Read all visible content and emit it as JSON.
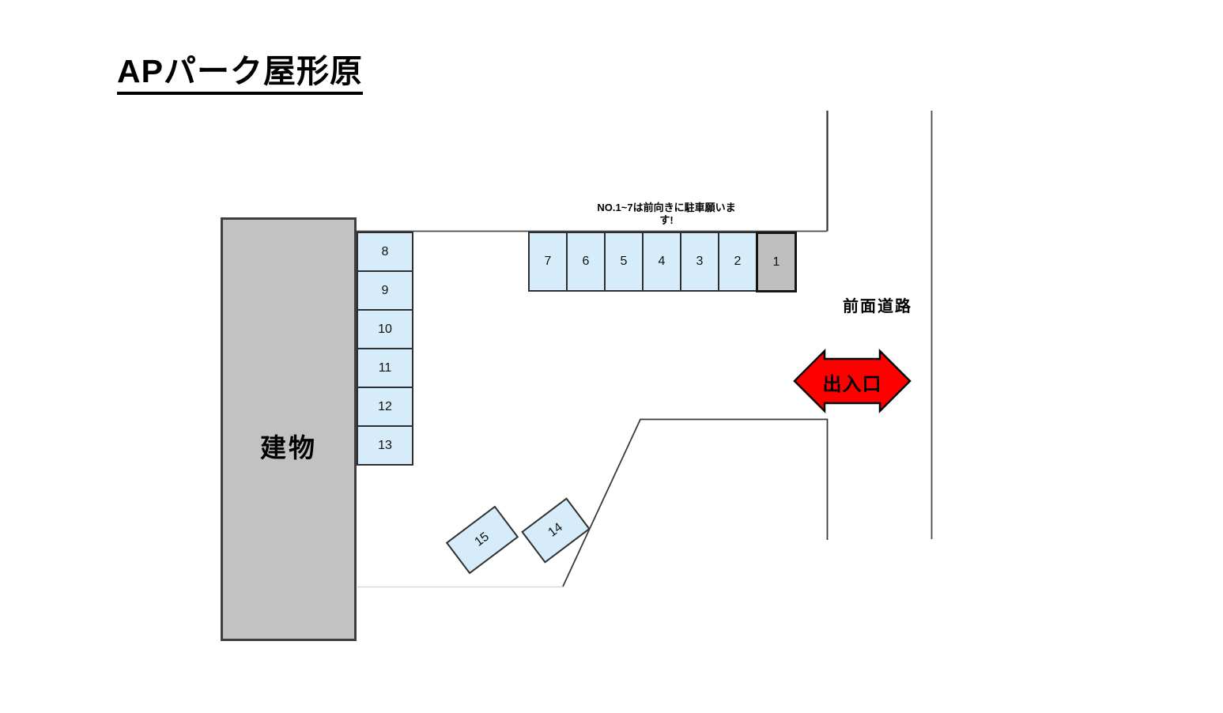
{
  "title": "APパーク屋形原",
  "building": {
    "label": "建物"
  },
  "note": {
    "line1": "NO.1~7は前向きに駐車願いま",
    "line2": "す!"
  },
  "road": {
    "label": "前面道路"
  },
  "entrance": {
    "label": "出入口"
  },
  "spaces": {
    "top_row": [
      {
        "label": "7"
      },
      {
        "label": "6"
      },
      {
        "label": "5"
      },
      {
        "label": "4"
      },
      {
        "label": "3"
      },
      {
        "label": "2"
      },
      {
        "label": "1"
      }
    ],
    "left_column": [
      {
        "label": "8"
      },
      {
        "label": "9"
      },
      {
        "label": "10"
      },
      {
        "label": "11"
      },
      {
        "label": "12"
      },
      {
        "label": "13"
      }
    ],
    "angled": [
      {
        "label": "15"
      },
      {
        "label": "14"
      }
    ]
  },
  "colors": {
    "space_blue": "#d6ecfb",
    "building_gray": "#c2c2c2",
    "space1_gray": "#bfbfbf",
    "arrow_red": "#ff0000",
    "line_dark": "#3a3a3a",
    "line_light": "#d9d9d9"
  }
}
